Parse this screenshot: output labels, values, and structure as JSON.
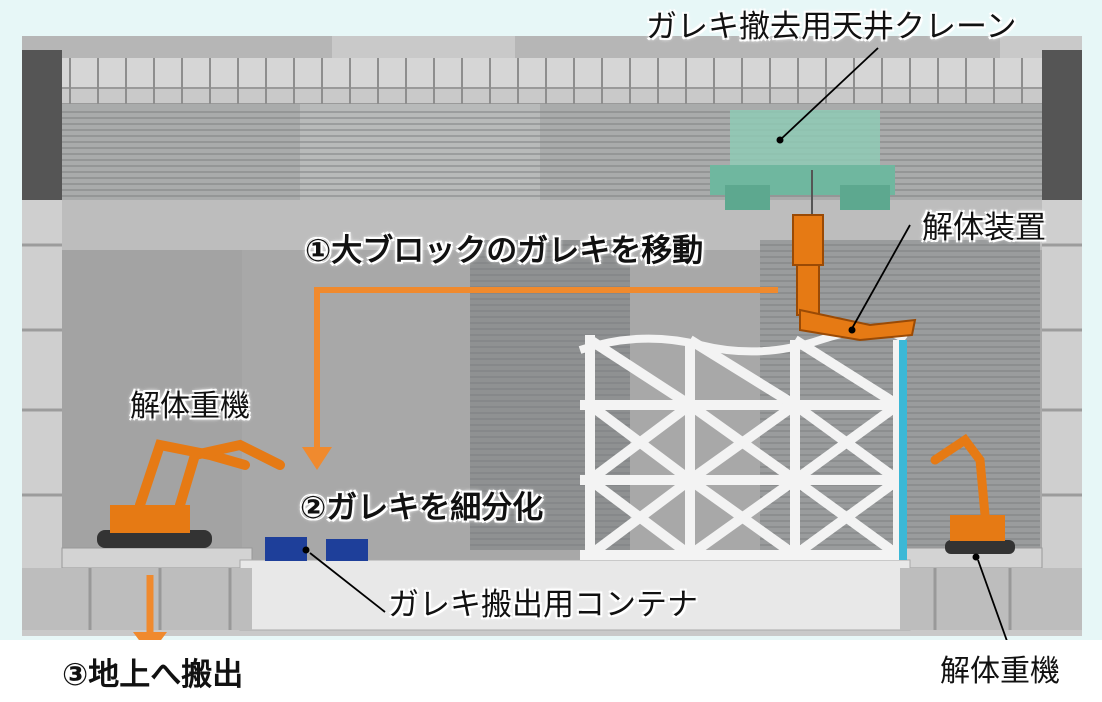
{
  "labels": {
    "crane": "ガレキ撤去用天井クレーン",
    "dismantler": "解体装置",
    "heavy_machine_left": "解体重機",
    "heavy_machine_right": "解体重機",
    "container": "ガレキ搬出用コンテナ"
  },
  "steps": {
    "step1": "①大ブロックのガレキを移動",
    "step2": "②ガレキを細分化",
    "step3": "③地上へ搬出"
  },
  "colors": {
    "arrow": "#F08A2E",
    "crane": "#7FBFA9",
    "machine": "#E67A14",
    "frame_accent": "#3BB8D6",
    "container": "#1E3F9A"
  }
}
